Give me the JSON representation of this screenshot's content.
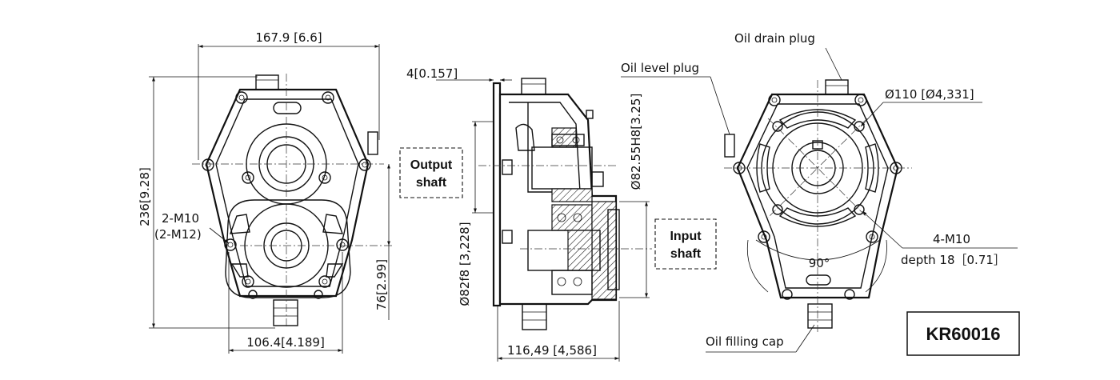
{
  "product_code": "KR60016",
  "front_view": {
    "width_dim": "167.9 [6.6]",
    "height_dim": "236[9.28]",
    "thread_top": "2-M10",
    "thread_bottom": "(2-M12)",
    "shaft_offset_dim": "76[2.99]",
    "bottom_width_dim": "106.4[4.189]"
  },
  "side_view": {
    "flange_thickness_dim": "4[0.157]",
    "output_shaft_label_line1": "Output",
    "output_shaft_label_line2": "shaft",
    "input_shaft_label_line1": "Input",
    "input_shaft_label_line2": "shaft",
    "bore_dim": "Ø82.55H8[3.25]",
    "pilot_dim": "Ø82f8 [3,228]",
    "depth_dim": "116,49 [4,586]"
  },
  "rear_view": {
    "oil_drain_plug": "Oil drain plug",
    "oil_level_plug": "Oil level plug",
    "bolt_circle_dim": "Ø110 [Ø4,331]",
    "mount_thread_line1": "4-M10",
    "mount_thread_line2": "depth 18［0.71］",
    "angle": "90°",
    "oil_filling_cap": "Oil filling cap"
  }
}
